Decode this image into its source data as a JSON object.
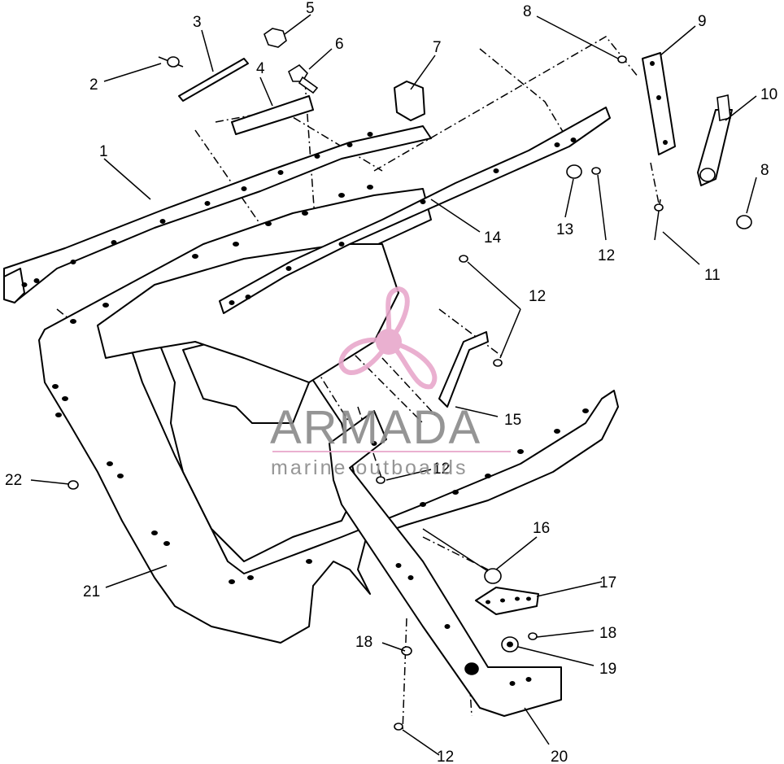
{
  "callouts": [
    "1",
    "2",
    "3",
    "4",
    "5",
    "6",
    "7",
    "8",
    "8",
    "9",
    "10",
    "11",
    "12",
    "12",
    "12",
    "12",
    "13",
    "14",
    "15",
    "16",
    "17",
    "18",
    "18",
    "19",
    "20",
    "21",
    "22"
  ],
  "watermark": {
    "brand": "ARMADA",
    "tagline": "marine outboards",
    "logo_icon": "propeller-icon",
    "color": "#e8a8cc"
  }
}
